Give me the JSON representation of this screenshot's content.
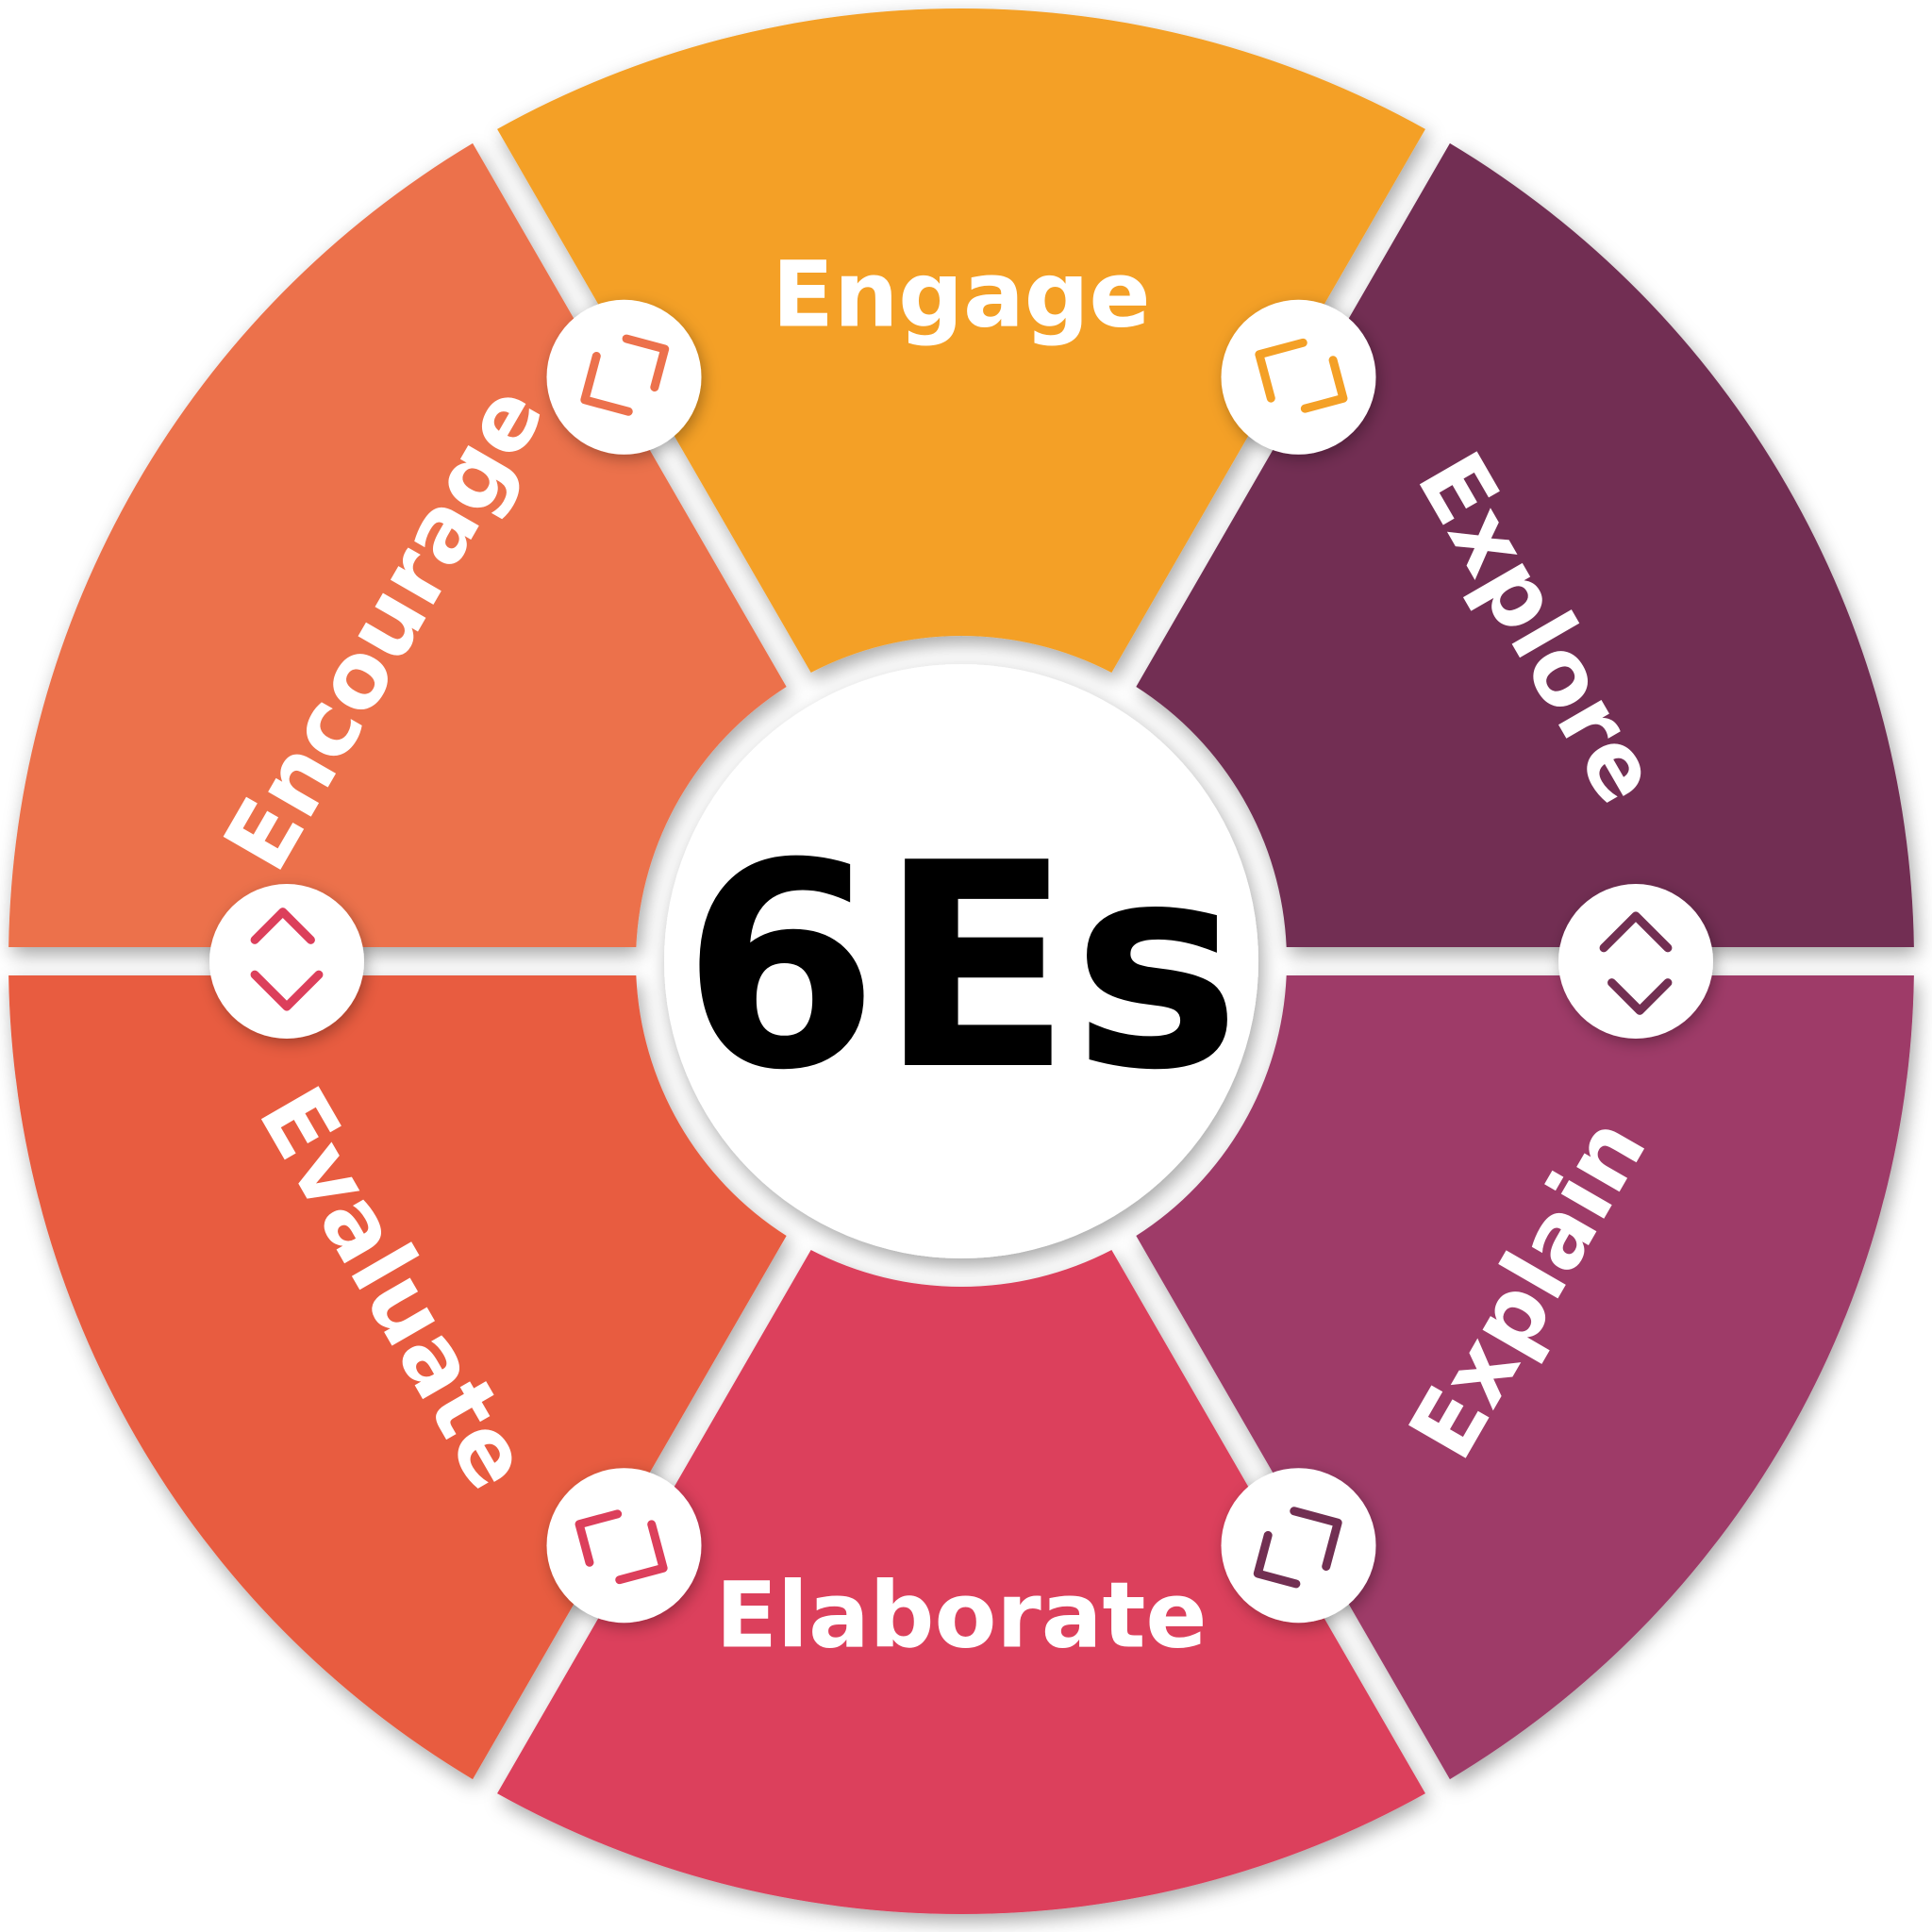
{
  "center": {
    "label": "6Es",
    "color": "#e1393c"
  },
  "segments": [
    {
      "id": "engage",
      "label": "Engage",
      "color": "#f4a026"
    },
    {
      "id": "explore",
      "label": "Explore",
      "color": "#722f52"
    },
    {
      "id": "explain",
      "label": "Explain",
      "color": "#9e3b67"
    },
    {
      "id": "elaborate",
      "label": "Elaborate",
      "color": "#dc3f5b"
    },
    {
      "id": "evaluate",
      "label": "Evaluate",
      "color": "#e85b40"
    },
    {
      "id": "encourage",
      "label": "Encourage",
      "color": "#ec714c"
    }
  ],
  "connectors": [
    {
      "id": "engage-explore",
      "icon": "arrow-chevron-icon",
      "color": "#f4a026"
    },
    {
      "id": "explore-explain",
      "icon": "arrow-chevron-icon",
      "color": "#722f52"
    },
    {
      "id": "explain-elaborate",
      "icon": "arrow-chevron-icon",
      "color": "#722f52"
    },
    {
      "id": "elaborate-evaluate",
      "icon": "arrow-chevron-icon",
      "color": "#dc3f5b"
    },
    {
      "id": "evaluate-encourage",
      "icon": "arrow-chevron-icon",
      "color": "#dc3f5b"
    },
    {
      "id": "encourage-engage",
      "icon": "arrow-chevron-icon",
      "color": "#ec714c"
    }
  ]
}
